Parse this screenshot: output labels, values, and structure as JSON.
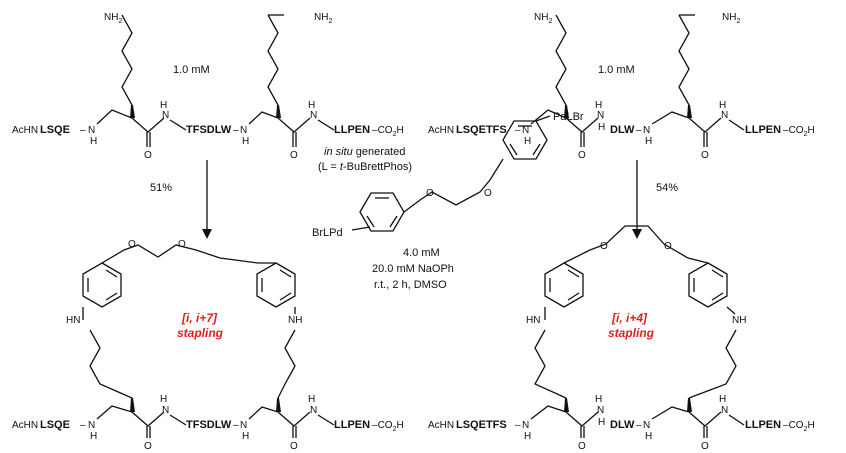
{
  "labels": {
    "nh2": "NH",
    "nh2_sub": "2",
    "n": "N",
    "h": "H",
    "o": "O",
    "hn": "HN",
    "nh": "NH",
    "achn": "AcHN",
    "co2h_prefix": "CO",
    "co2h_sub": "2",
    "co2h_suffix": "H"
  },
  "top_left": {
    "concentration": "1.0 mM",
    "seq_start": "LSQE",
    "seq_mid": "TFSDLW",
    "seq_end": "LLPEN"
  },
  "top_right": {
    "concentration": "1.0 mM",
    "seq_start": "LSQETFS",
    "seq_mid": "DLW",
    "seq_end": "LLPEN"
  },
  "arrows": {
    "left_yield": "51%",
    "right_yield": "54%"
  },
  "reagent": {
    "line1_italic": "in situ",
    "line1_rest": " generated",
    "line2_open": "(L = ",
    "line2_italic": "t",
    "line2_rest": "-BuBrettPhos)",
    "pd_right": "PdLBr",
    "pd_left": "BrLPd",
    "concentration": "4.0 mM",
    "base": "20.0 mM NaOPh",
    "conditions": "r.t., 2 h, DMSO"
  },
  "products": {
    "left_tag_line1": "[i, i+7]",
    "left_tag_line2": "stapling",
    "right_tag_line1": "[i, i+4]",
    "right_tag_line2": "stapling"
  },
  "colors": {
    "stapling_label": "#e0201b",
    "ink": "#111111"
  }
}
